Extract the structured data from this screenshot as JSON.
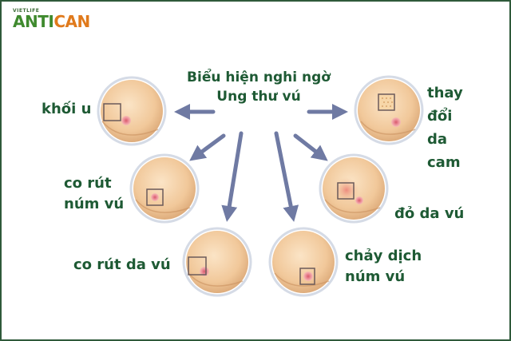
{
  "logo": {
    "tagline": "VIETLIFE",
    "brand_part1": "ANTI",
    "brand_part2": "CAN"
  },
  "title": {
    "line1": "Biểu hiện nghi ngờ",
    "line2": "Ung thư vú"
  },
  "symptoms": {
    "lump": "khối u",
    "orange_peel": {
      "line1": "thay",
      "line2": "đổi",
      "line3": "da",
      "line4": "cam"
    },
    "nipple_retraction": {
      "line1": "co rút",
      "line2": "núm vú"
    },
    "redness": "đỏ da vú",
    "skin_retraction": "co rút da vú",
    "discharge": {
      "line1": "chảy dịch",
      "line2": "núm vú"
    }
  },
  "colors": {
    "text": "#1e5a34",
    "arrow": "#6f7aa3",
    "frame": "#2f5a3a",
    "skin": "#f1c89a",
    "nipple": "#e07a86"
  }
}
